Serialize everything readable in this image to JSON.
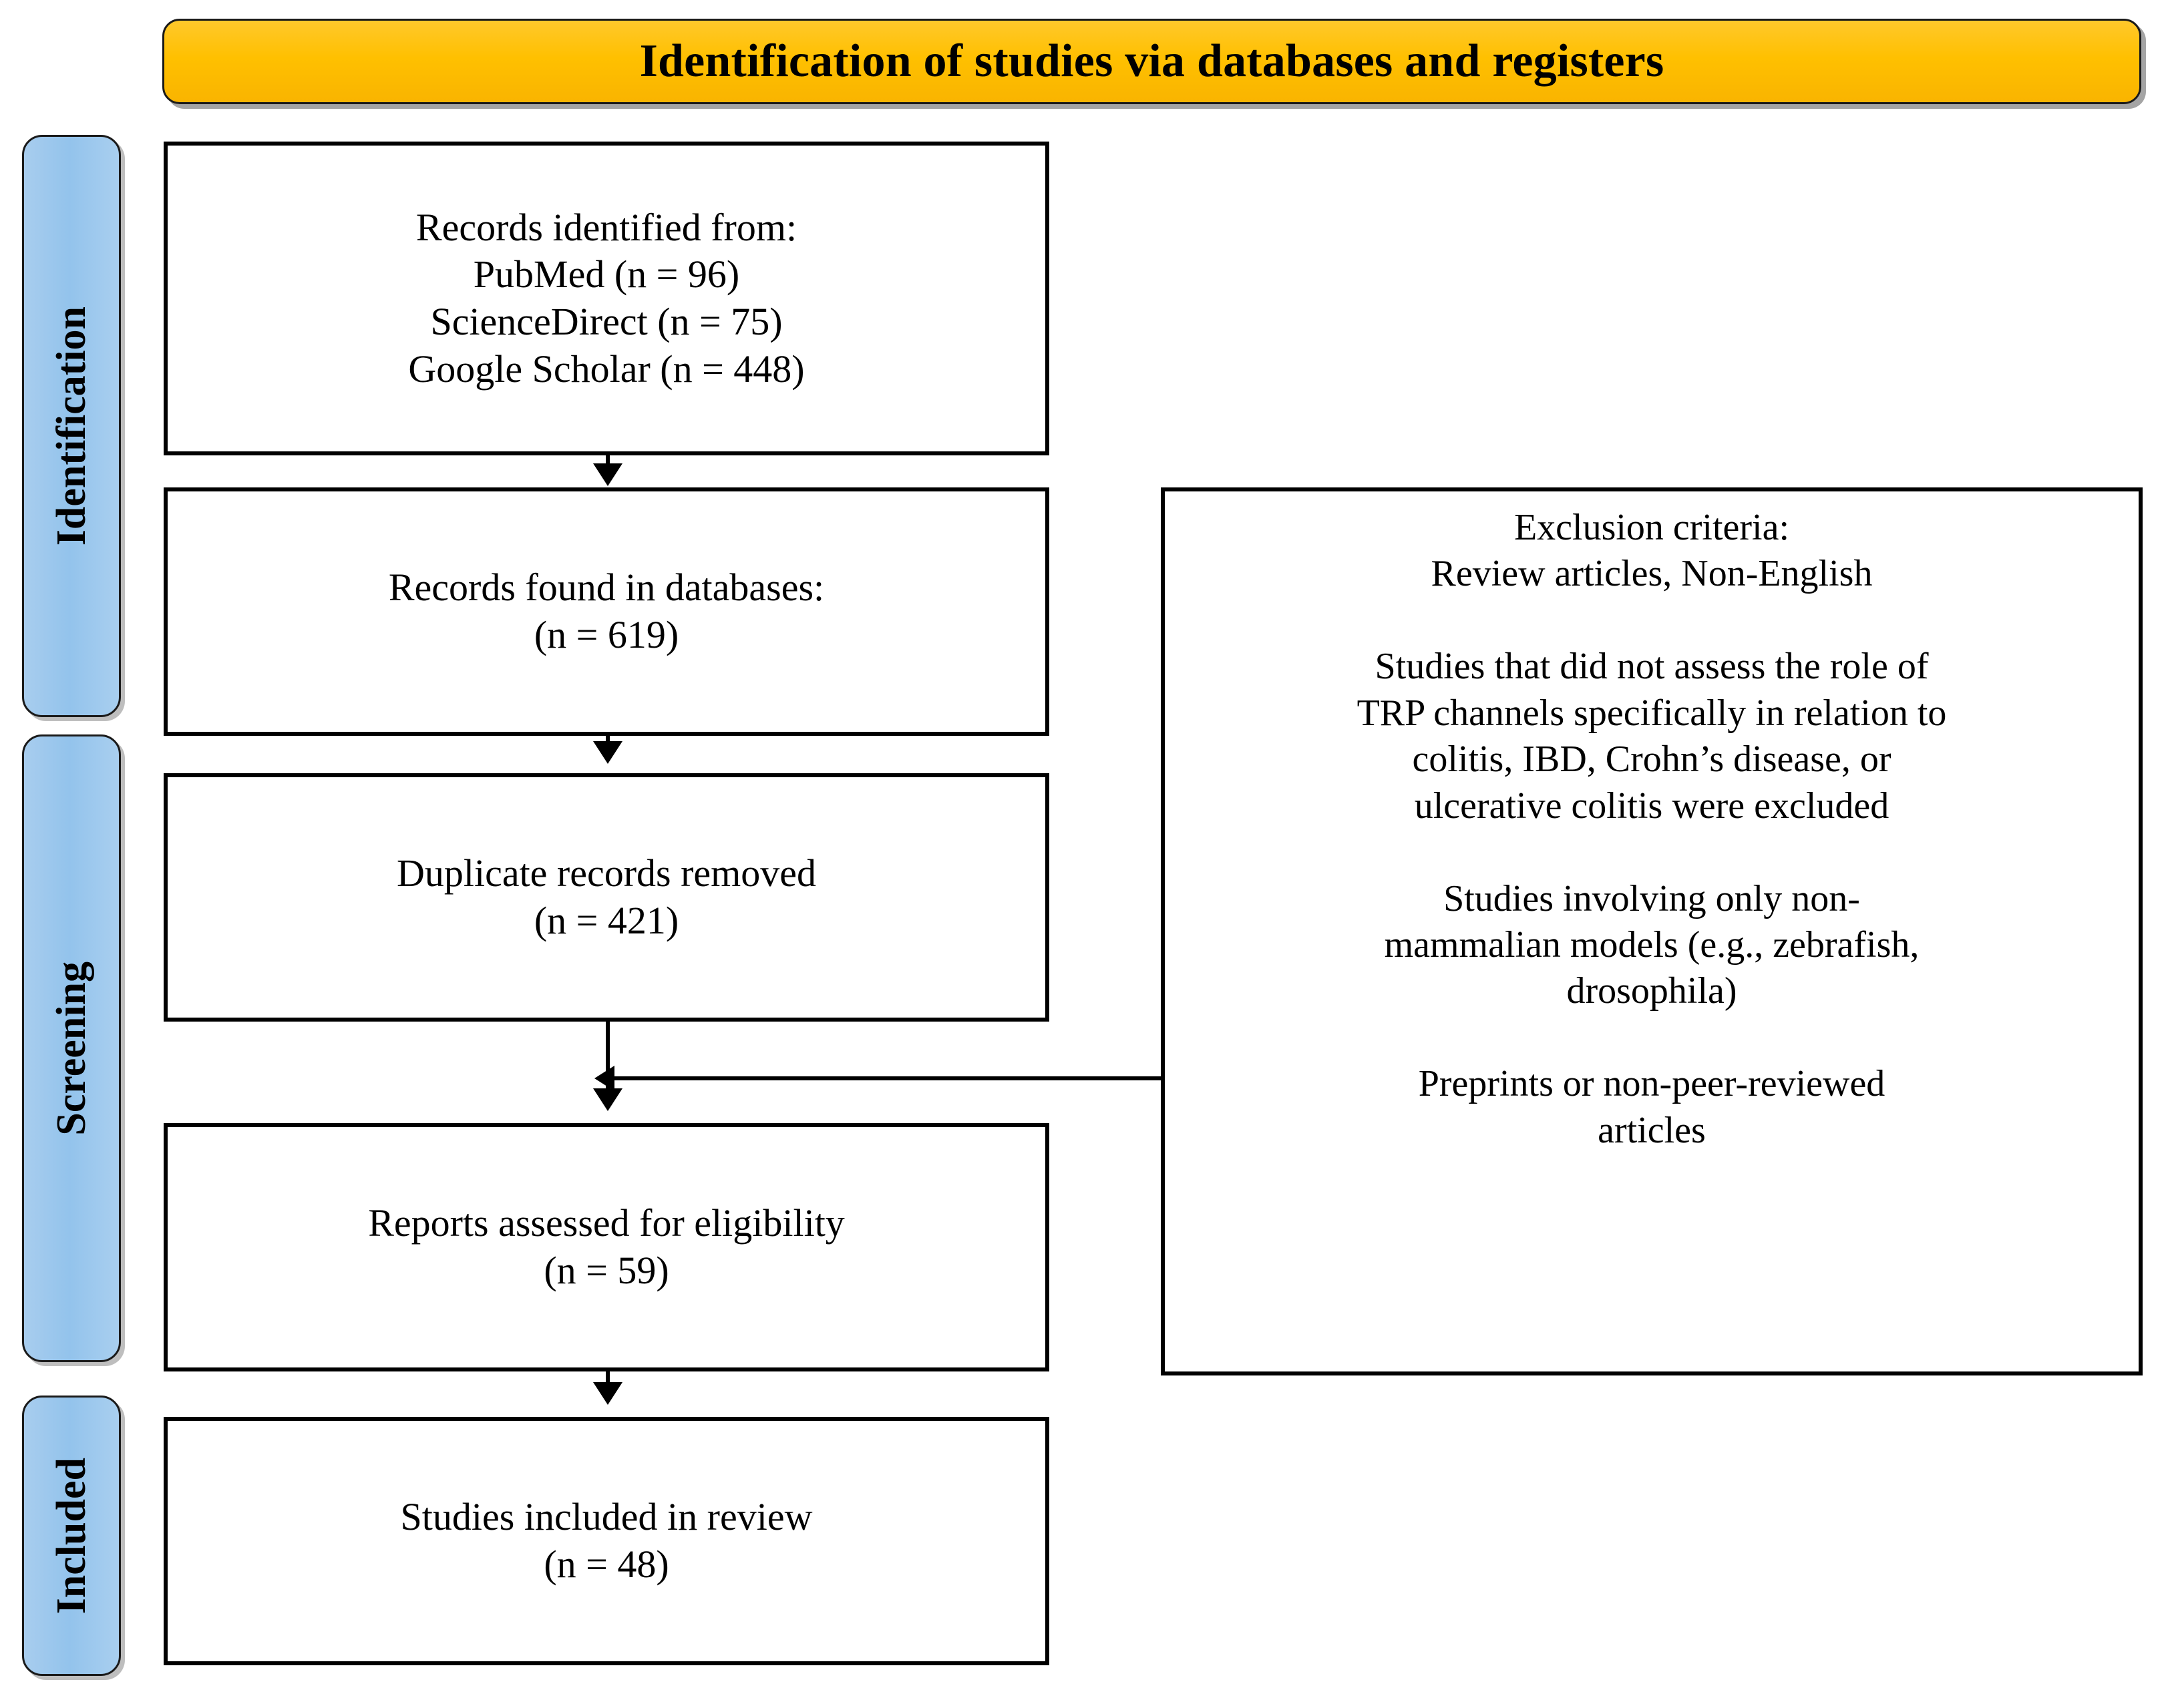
{
  "header": {
    "title": "Identification of studies via databases and registers",
    "accent_color": "#FFC000",
    "border_color": "#1A1A1A"
  },
  "sidebar": {
    "fill_color": "#9BC8EE",
    "items": [
      {
        "label": "Identification",
        "name": "identification"
      },
      {
        "label": "Screening",
        "name": "screening"
      },
      {
        "label": "Included",
        "name": "included"
      }
    ]
  },
  "flow": {
    "boxes": [
      {
        "name": "records-identified",
        "text": "Records identified from:\nPubMed (n = 96)\nScienceDirect (n = 75)\nGoogle Scholar (n = 448)"
      },
      {
        "name": "records-found",
        "text": "Records found in databases:\n(n = 619)"
      },
      {
        "name": "duplicates-removed",
        "text": "Duplicate records removed\n(n = 421)"
      },
      {
        "name": "reports-assessed",
        "text": "Reports assessed for eligibility\n(n = 59)"
      },
      {
        "name": "studies-included",
        "text": "Studies included in review\n(n = 48)"
      }
    ],
    "exclusion_box": {
      "name": "exclusion-criteria",
      "text": "Exclusion criteria:\nReview articles, Non-English\n\nStudies that did not assess the role of\nTRP channels specifically in relation to\ncolitis, IBD, Crohn’s disease, or\nulcerative colitis were excluded\n\nStudies involving only non-\nmammalian models (e.g., zebrafish,\ndrosophila)\n\nPreprints or non-peer-reviewed\narticles"
    }
  },
  "chart_data": {
    "type": "diagram",
    "title": "Identification of studies via databases and registers",
    "phases": [
      "Identification",
      "Screening",
      "Included"
    ],
    "nodes": [
      {
        "id": "records-identified",
        "phase": "Identification",
        "label": "Records identified from:",
        "sources": [
          {
            "name": "PubMed",
            "n": 96
          },
          {
            "name": "ScienceDirect",
            "n": 75
          },
          {
            "name": "Google Scholar",
            "n": 448
          }
        ]
      },
      {
        "id": "records-found",
        "phase": "Identification",
        "label": "Records found in databases:",
        "n": 619
      },
      {
        "id": "duplicates-removed",
        "phase": "Screening",
        "label": "Duplicate records removed",
        "n": 421
      },
      {
        "id": "reports-assessed",
        "phase": "Screening",
        "label": "Reports assessed for eligibility",
        "n": 59
      },
      {
        "id": "studies-included",
        "phase": "Included",
        "label": "Studies included in review",
        "n": 48
      }
    ],
    "exclusions": [
      "Review articles, Non-English",
      "Studies that did not assess the role of TRP channels specifically in relation to colitis, IBD, Crohn’s disease, or ulcerative colitis were excluded",
      "Studies involving only non-mammalian models (e.g., zebrafish, drosophila)",
      "Preprints or non-peer-reviewed articles"
    ],
    "edges": [
      {
        "from": "records-identified",
        "to": "records-found",
        "direction": "down"
      },
      {
        "from": "records-found",
        "to": "duplicates-removed",
        "direction": "down"
      },
      {
        "from": "duplicates-removed",
        "to": "reports-assessed",
        "direction": "down"
      },
      {
        "from": "exclusion-criteria",
        "to": "reports-assessed",
        "direction": "left"
      },
      {
        "from": "reports-assessed",
        "to": "studies-included",
        "direction": "down"
      }
    ]
  }
}
